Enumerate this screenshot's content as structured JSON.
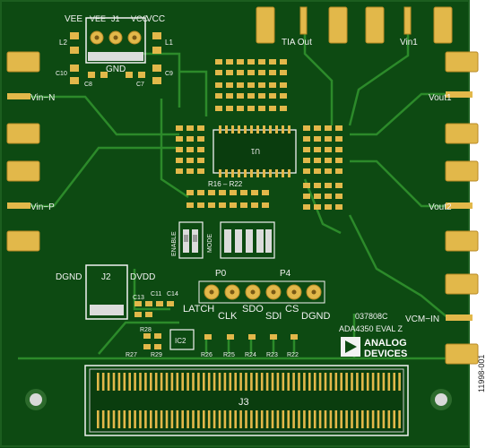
{
  "board_labels": {
    "vee_top": "VEE",
    "j1": "J1",
    "vcc_top": "VCC",
    "vee_side": "VEE",
    "vcc_side": "VCC",
    "gnd": "GND",
    "l2": "L2",
    "l1": "L1",
    "c10": "C10",
    "c9": "C9",
    "c8": "C8",
    "c7": "C7",
    "tia_out": "TIA Out",
    "vin1": "Vin1",
    "vin_n": "Vin−N",
    "vin_p": "Vin−P",
    "vout1": "Vout1",
    "vout2": "Vout2",
    "vcm_in": "VCM−IN",
    "u1": "U1",
    "r16_r22": "R16 – R22",
    "enable": "ENABLE",
    "mode": "MODE",
    "dgnd_left": "DGND",
    "j2": "J2",
    "dvdd": "DVDD",
    "c13": "C13",
    "c11": "C11",
    "c14": "C14",
    "p0": "P0",
    "p4": "P4",
    "latch": "LATCH",
    "clk": "CLK",
    "sdo": "SDO",
    "sdi": "SDI",
    "cs": "CS",
    "dgnd_right": "DGND",
    "ic2": "IC2",
    "r28": "R28",
    "r27": "R27",
    "r29": "R29",
    "r26": "R26",
    "r25": "R25",
    "r24": "R24",
    "r23": "R23",
    "r22": "R22",
    "board_id": "037808C",
    "board_name": "ADA4350 EVAL Z",
    "logo_line1": "ANALOG",
    "logo_line2": "DEVICES",
    "j3": "J3"
  },
  "figure_number": "11998-001",
  "colors": {
    "background": "#ffffff",
    "pcb": "#0d4a12",
    "pcb_edge": "#1c5e1f",
    "trace": "#2c8a2a",
    "pad": "#e2b84a",
    "pad_dark": "#b88a25",
    "silkscreen": "#f2f2f2",
    "switch_body": "#dcdcdc"
  }
}
